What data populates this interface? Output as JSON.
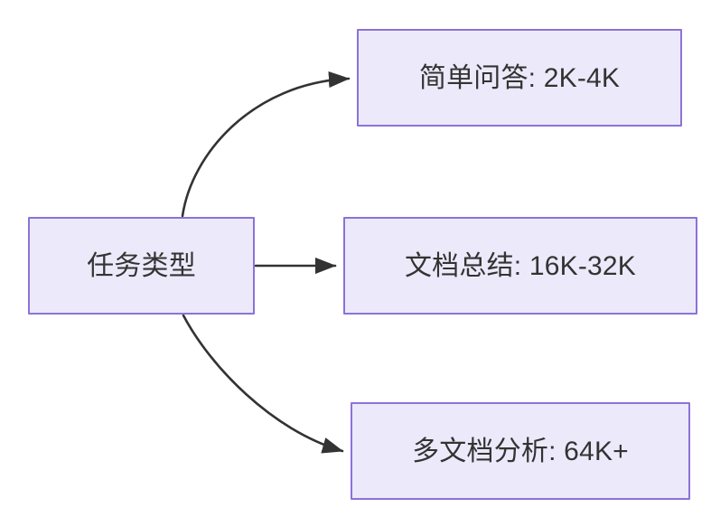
{
  "diagram": {
    "type": "flowchart",
    "direction": "left-to-right",
    "background_color": "#ffffff",
    "node_fill_color": "#ECEAFA",
    "node_border_color": "#8C72D8",
    "node_text_color": "#333333",
    "edge_color": "#333333",
    "nodes": [
      {
        "id": "source",
        "label": "任务类型"
      },
      {
        "id": "simple_qa",
        "label": "简单问答: 2K-4K"
      },
      {
        "id": "doc_summary",
        "label": "文档总结: 16K-32K"
      },
      {
        "id": "multi_doc",
        "label": "多文档分析: 64K+"
      }
    ],
    "edges": [
      {
        "id": "edge_source_to_simple_qa",
        "from": "任务类型",
        "to": "简单问答: 2K-4K",
        "style": "curved",
        "arrow": "arrowhead-end"
      },
      {
        "id": "edge_source_to_doc_summary",
        "from": "任务类型",
        "to": "文档总结: 16K-32K",
        "style": "straight",
        "arrow": "arrowhead-end"
      },
      {
        "id": "edge_source_to_multi_doc",
        "from": "任务类型",
        "to": "多文档分析: 64K+",
        "style": "curved",
        "arrow": "arrowhead-end"
      }
    ]
  }
}
